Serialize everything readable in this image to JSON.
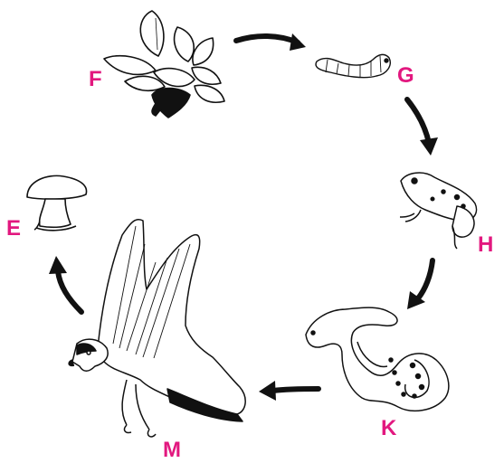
{
  "diagram": {
    "label_color": "#e2187f",
    "stroke_color": "#111111",
    "nodes": [
      {
        "id": "F",
        "label": "F",
        "icon": "plant-icon"
      },
      {
        "id": "G",
        "label": "G",
        "icon": "caterpillar-icon"
      },
      {
        "id": "H",
        "label": "H",
        "icon": "frog-icon"
      },
      {
        "id": "K",
        "label": "K",
        "icon": "snake-icon"
      },
      {
        "id": "M",
        "label": "M",
        "icon": "falcon-icon"
      },
      {
        "id": "E",
        "label": "E",
        "icon": "mushroom-icon"
      }
    ],
    "edges": [
      {
        "from": "F",
        "to": "G"
      },
      {
        "from": "G",
        "to": "H"
      },
      {
        "from": "H",
        "to": "K"
      },
      {
        "from": "K",
        "to": "M"
      },
      {
        "from": "M",
        "to": "E"
      }
    ]
  }
}
